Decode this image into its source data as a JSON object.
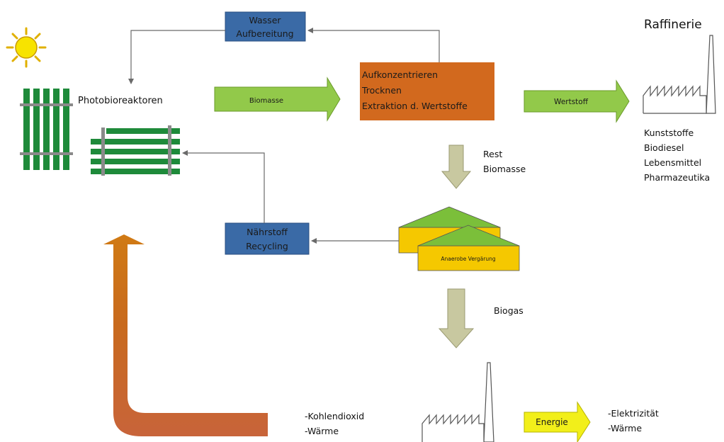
{
  "labels": {
    "wasser_line1": "Wasser",
    "wasser_line2": "Aufbereitung",
    "naehrstoff_line1": "Nährstoff",
    "naehrstoff_line2": "Recycling",
    "process_line1": "Aufkonzentrieren",
    "process_line2": "Trocknen",
    "process_line3": "Extraktion d. Wertstoffe",
    "photobioreaktoren": "Photobioreaktoren",
    "biomasse": "Biomasse",
    "wertstoff": "Wertstoff",
    "raffinerie": "Raffinerie",
    "rest_line1": "Rest",
    "rest_line2": "Biomasse",
    "anaerobe": "Anaerobe Vergärung",
    "biogas": "Biogas",
    "energie": "Energie",
    "co2_line1": "-Kohlendioxid",
    "co2_line2": "-Wärme",
    "elektrizitaet": "-Elektrizität",
    "waerme_out": "-Wärme"
  },
  "products": [
    "Kunststoffe",
    "Biodiesel",
    "Lebensmittel",
    "Pharmazeutika"
  ],
  "colors": {
    "blue_box": "#3a6aa6",
    "blue_box_border": "#2a4f80",
    "box_text_dark": "#1a1a1a",
    "orange_box": "#d2691e",
    "orange_text": "#1a1a1a",
    "green_arrow": "#92c94a",
    "green_arrow_border": "#6a9a2a",
    "reactor_green": "#1e8a3a",
    "reactor_green_dark": "#136028",
    "olive_arrow": "#c8c8a0",
    "olive_arrow_border": "#9a9a72",
    "digester_yellow": "#f5c800",
    "digester_green": "#7bbf3a",
    "energie_yellow": "#f2ef1a",
    "co2_orange_top": "#d07a14",
    "co2_orange_bottom": "#c8643a",
    "sun_yellow": "#f7e300",
    "sun_ray": "#e0b000",
    "line_gray": "#6a6a6a",
    "factory_stroke": "#555555"
  },
  "icons": [
    "sun-icon",
    "reactor-vertical-icon",
    "reactor-horizontal-icon",
    "refinery-factory-icon",
    "power-plant-factory-icon",
    "digester-icon"
  ]
}
